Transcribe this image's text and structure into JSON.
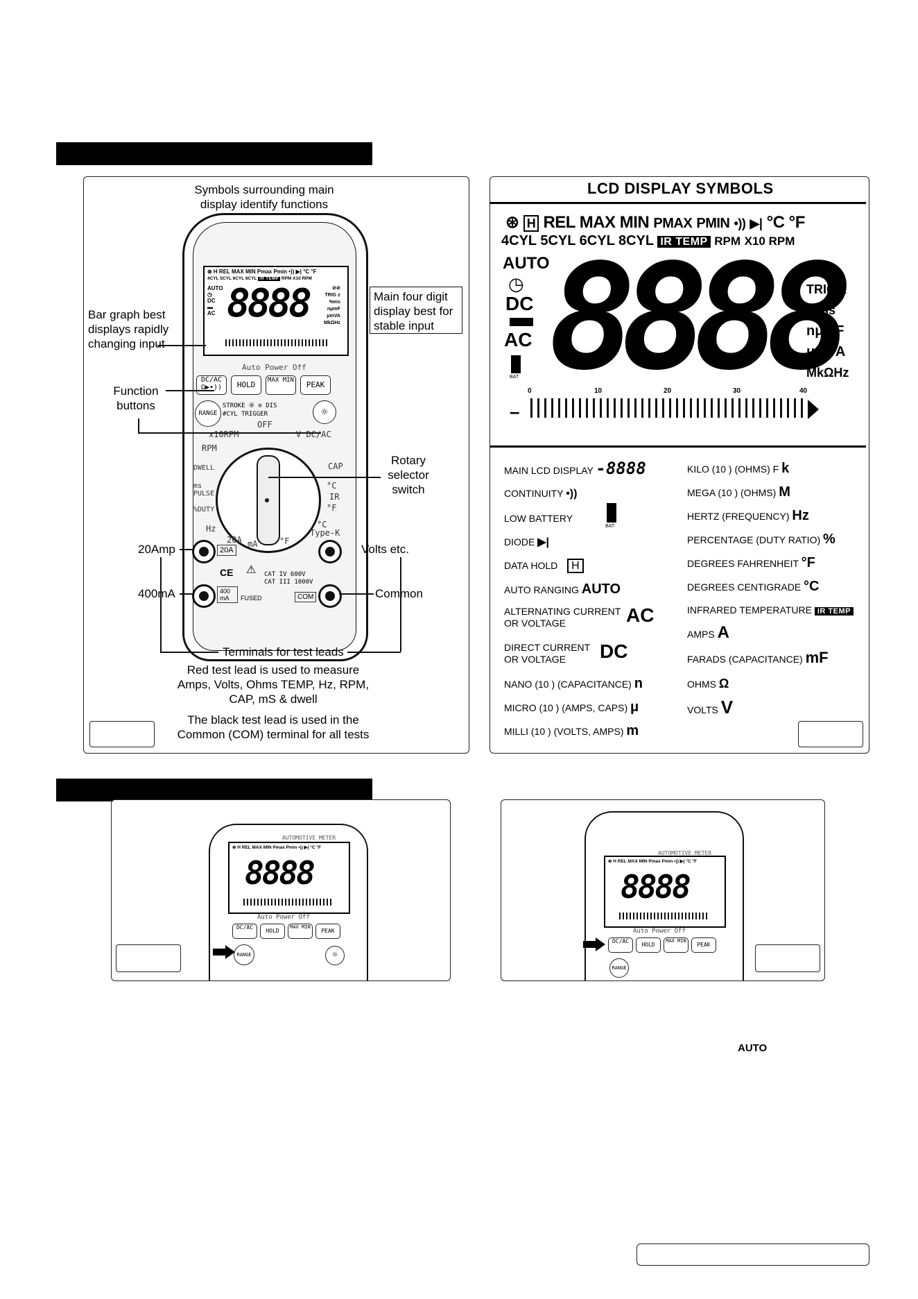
{
  "sections": {
    "bar1": "",
    "bar2": ""
  },
  "left_panel": {
    "top_caption": "Symbols surrounding main display identify functions",
    "callouts": {
      "bar_graph": "Bar graph best displays rapidly changing input",
      "main_display": "Main four digit display best for stable input",
      "function_buttons": "Function buttons",
      "rotary": "Rotary selector switch",
      "amp20": "20Amp",
      "volts": "Volts etc.",
      "ma400": "400mA",
      "common": "Common",
      "terminals": "Terminals for test leads"
    },
    "red_lead": "Red test lead is used to measure Amps, Volts, Ohms TEMP, Hz, RPM, CAP, mS & dwell",
    "black_lead": "The black test lead is used in the Common (COM) terminal for all tests"
  },
  "meter": {
    "auto_power_off": "Auto Power Off",
    "buttons": [
      "DC/AC",
      "HOLD",
      "MAX MIN",
      "PEAK"
    ],
    "range": "RANGE",
    "stroke": "STROKE",
    "trigger": "#CYL TRIGGER",
    "off": "OFF",
    "dial_labels": [
      "x10RPM",
      "RPM",
      "DWELL",
      "ms PULSE",
      "%DUTY",
      "Hz",
      "20A",
      "mA",
      "°F",
      "°C",
      "Type-K",
      "°F",
      "IR",
      "°C",
      "CAP",
      "V DC/AC"
    ],
    "terminal_labels": [
      "20A",
      "400 mA",
      "FUSED",
      "COM"
    ],
    "cat": [
      "CAT IV 600V",
      "CAT III 1000V"
    ],
    "display_digits": "8888",
    "automotive": "AUTOMOTIVE METER"
  },
  "lcd_panel": {
    "title": "LCD DISPLAY SYMBOLS",
    "row1": [
      "REL",
      "MAX",
      "MIN",
      "PMAX",
      "PMIN",
      "°C",
      "°F"
    ],
    "row2": [
      "4CYL",
      "5CYL",
      "6CYL",
      "8CYL",
      "IR TEMP",
      "RPM",
      "X10 RPM"
    ],
    "auto": "AUTO",
    "dc": "DC",
    "ac": "AC",
    "bat": "BAT",
    "digits": "8888",
    "trig": "TRIG ±",
    "ms": "%ms",
    "numf": "nμmF",
    "umva": "μmVA",
    "mkhz": "MkΩHz",
    "scale": [
      "0",
      "10",
      "20",
      "30",
      "40"
    ],
    "minus": "–"
  },
  "symbols_left": [
    {
      "label": "MAIN LCD DISPLAY",
      "sym": "-8888"
    },
    {
      "label": "CONTINUITY",
      "sym": "•))"
    },
    {
      "label": "LOW BATTERY",
      "sym": "BAT"
    },
    {
      "label": "DIODE",
      "sym": "▶|"
    },
    {
      "label": "DATA HOLD",
      "sym": "H"
    },
    {
      "label": "AUTO RANGING",
      "sym": "AUTO"
    },
    {
      "label": "ALTERNATING CURRENT OR VOLTAGE",
      "sym": "AC"
    },
    {
      "label": "DIRECT CURRENT OR VOLTAGE",
      "sym": "DC"
    },
    {
      "label": "NANO (10  ) (CAPACITANCE)",
      "sym": "n"
    },
    {
      "label": "MICRO (10  ) (AMPS, CAPS)",
      "sym": "μ"
    },
    {
      "label": "MILLI (10  ) (VOLTS, AMPS)",
      "sym": "m"
    }
  ],
  "symbols_right": [
    {
      "label": "KILO (10  ) (OHMS) F",
      "sym": "k"
    },
    {
      "label": "MEGA (10  ) (OHMS)",
      "sym": "M"
    },
    {
      "label": "HERTZ (FREQUENCY)",
      "sym": "Hz"
    },
    {
      "label": "PERCENTAGE (DUTY RATIO)",
      "sym": "%"
    },
    {
      "label": "DEGREES FAHRENHEIT",
      "sym": "°F"
    },
    {
      "label": "DEGREES CENTIGRADE",
      "sym": "°C"
    },
    {
      "label": "INFRARED TEMPERATURE",
      "sym": "IR TEMP"
    },
    {
      "label": "AMPS",
      "sym": "A"
    },
    {
      "label": "FARADS (CAPACITANCE)",
      "sym": "mF"
    },
    {
      "label": "OHMS",
      "sym": "Ω"
    },
    {
      "label": "VOLTS",
      "sym": "V"
    }
  ],
  "auto_lone": "AUTO"
}
